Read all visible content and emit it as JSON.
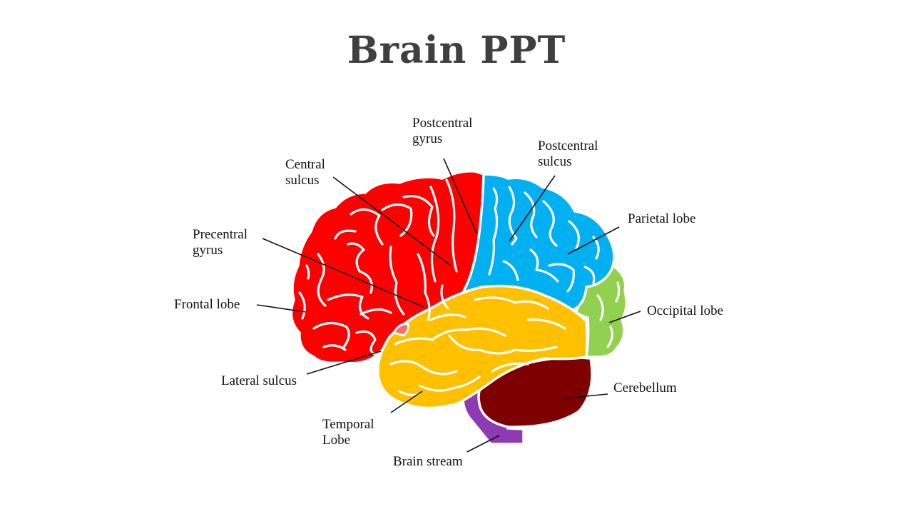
{
  "slide": {
    "title": "Brain PPT"
  },
  "colors": {
    "frontal": "#ff0000",
    "parietal": "#00b0f0",
    "temporal": "#ffc000",
    "occipital": "#92d050",
    "cerebellum": "#7f0000",
    "brainstem": "#8e3bb3",
    "text": "#3f3f3f"
  },
  "labels": {
    "postcentral_gyrus": [
      "Postcentral",
      "gyrus"
    ],
    "central_sulcus": [
      "Central",
      "sulcus"
    ],
    "postcentral_sulcus": [
      "Postcentral",
      "sulcus"
    ],
    "parietal_lobe": [
      "Parietal lobe"
    ],
    "precentral_gyrus": [
      "Precentral",
      "gyrus"
    ],
    "frontal_lobe": [
      "Frontal lobe"
    ],
    "occipital_lobe": [
      "Occipital lobe"
    ],
    "lateral_sulcus": [
      "Lateral sulcus"
    ],
    "cerebellum": [
      "Cerebellum"
    ],
    "temporal_lobe": [
      "Temporal",
      "Lobe"
    ],
    "brain_stem": [
      "Brain stream"
    ]
  }
}
